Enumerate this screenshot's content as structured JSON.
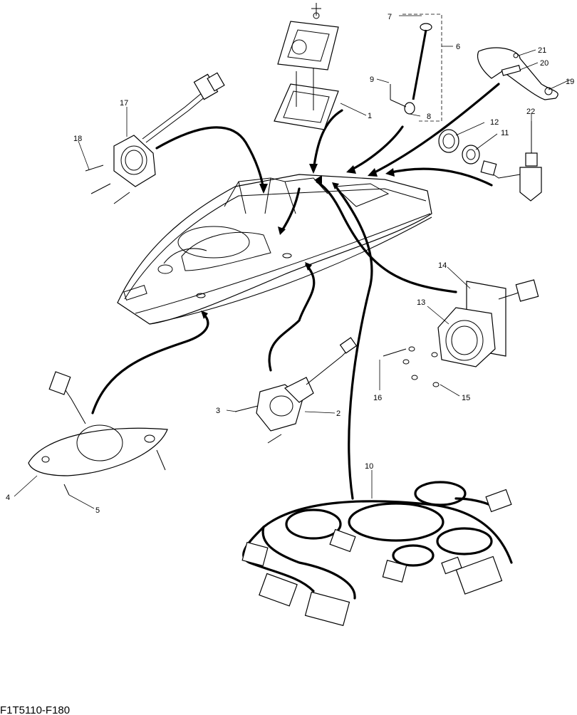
{
  "figure_code": "F1T5110-F180",
  "callouts": [
    {
      "id": "c1",
      "text": "1"
    },
    {
      "id": "c2",
      "text": "2"
    },
    {
      "id": "c3",
      "text": "3"
    },
    {
      "id": "c4",
      "text": "4"
    },
    {
      "id": "c5",
      "text": "5"
    },
    {
      "id": "c6",
      "text": "6"
    },
    {
      "id": "c7",
      "text": "7"
    },
    {
      "id": "c8",
      "text": "8"
    },
    {
      "id": "c9",
      "text": "9"
    },
    {
      "id": "c10",
      "text": "10"
    },
    {
      "id": "c11",
      "text": "11"
    },
    {
      "id": "c12",
      "text": "12"
    },
    {
      "id": "c13",
      "text": "13"
    },
    {
      "id": "c14",
      "text": "14"
    },
    {
      "id": "c15",
      "text": "15"
    },
    {
      "id": "c16",
      "text": "16"
    },
    {
      "id": "c17",
      "text": "17"
    },
    {
      "id": "c18",
      "text": "18"
    },
    {
      "id": "c19",
      "text": "19"
    },
    {
      "id": "c20",
      "text": "20"
    },
    {
      "id": "c21",
      "text": "21"
    },
    {
      "id": "c22",
      "text": "22"
    }
  ]
}
